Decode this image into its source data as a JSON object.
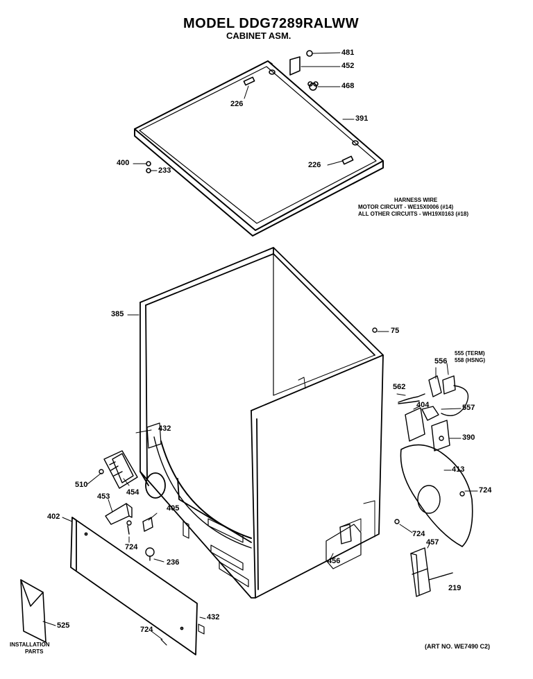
{
  "title": "MODEL DDG7289RALWW",
  "subtitle": "CABINET ASM.",
  "harness": {
    "heading": "HARNESS WIRE",
    "line1": "MOTOR CIRCUIT - WE15X0006 (#14)",
    "line2": "ALL OTHER CIRCUITS - WH19X0163 (#18)"
  },
  "art_no": "(ART NO. WE7490 C2)",
  "installation": {
    "line1": "INSTALLATION",
    "line2": "PARTS"
  },
  "parts": {
    "p481": "481",
    "p452": "452",
    "p468": "468",
    "p226a": "226",
    "p391": "391",
    "p400": "400",
    "p233": "233",
    "p226b": "226",
    "p385": "385",
    "p75": "75",
    "p555": "555 (TERM)",
    "p558": "558 (HSNG)",
    "p556": "556",
    "p562": "562",
    "p404": "404",
    "p557": "557",
    "p390": "390",
    "p413": "413",
    "p724a": "724",
    "p724b": "724",
    "p457": "457",
    "p219": "219",
    "p456": "456",
    "p432a": "432",
    "p510": "510",
    "p454": "454",
    "p453": "453",
    "p405": "405",
    "p724c": "724",
    "p402": "402",
    "p236": "236",
    "p525": "525",
    "p724d": "724",
    "p432b": "432"
  }
}
